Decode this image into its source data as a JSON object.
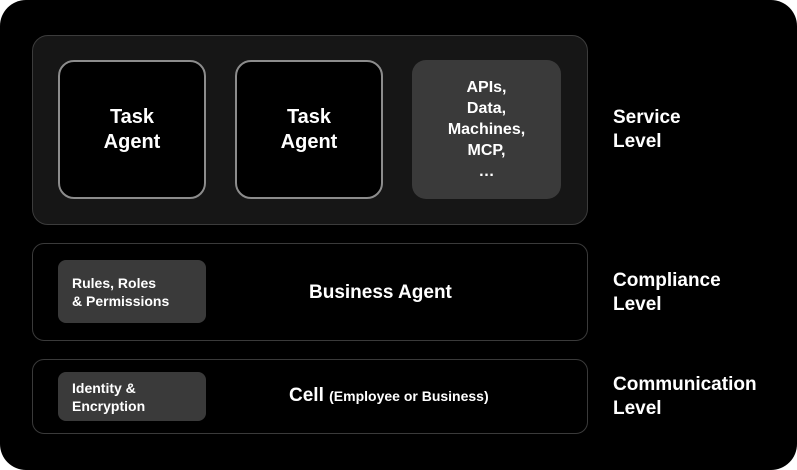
{
  "layers": {
    "service": {
      "agents": [
        "Task\nAgent",
        "Task\nAgent"
      ],
      "resources": "APIs,\nData,\nMachines,\nMCP,\n…",
      "level": "Service\nLevel"
    },
    "compliance": {
      "tag": "Rules, Roles\n& Permissions",
      "label": "Business Agent",
      "level": "Compliance\nLevel"
    },
    "communication": {
      "tag": "Identity &\nEncryption",
      "label": "Cell",
      "label_sub": "(Employee or Business)",
      "level": "Communication\nLevel"
    }
  }
}
